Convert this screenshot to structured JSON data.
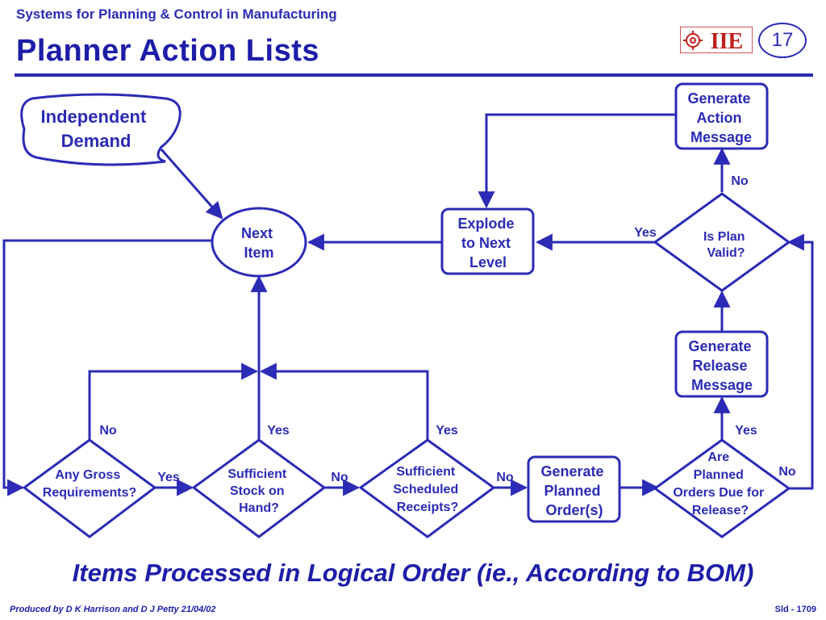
{
  "header": {
    "course": "Systems for Planning & Control in Manufacturing",
    "title": "Planner Action Lists",
    "slide_number": "17",
    "logo_text": "IIE"
  },
  "nodes": {
    "independent_demand": [
      "Independent",
      "Demand"
    ],
    "next_item": [
      "Next",
      "Item"
    ],
    "explode": [
      "Explode",
      "to Next",
      "Level"
    ],
    "generate_action": [
      "Generate",
      "Action",
      "Message"
    ],
    "is_plan_valid": [
      "Is Plan",
      "Valid?"
    ],
    "generate_release": [
      "Generate",
      "Release",
      "Message"
    ],
    "any_gross": [
      "Any Gross",
      "Requirements?"
    ],
    "sufficient_stock": [
      "Sufficient",
      "Stock on",
      "Hand?"
    ],
    "sufficient_scheduled": [
      "Sufficient",
      "Scheduled",
      "Receipts?"
    ],
    "generate_planned": [
      "Generate",
      "Planned",
      "Order(s)"
    ],
    "are_planned": [
      "Are",
      "Planned",
      "Orders Due for",
      "Release?"
    ]
  },
  "edge_labels": {
    "plan_valid_no": "No",
    "plan_valid_yes": "Yes",
    "gross_no": "No",
    "gross_yes": "Yes",
    "stock_yes": "Yes",
    "stock_no": "No",
    "scheduled_yes": "Yes",
    "scheduled_no": "No",
    "are_planned_yes": "Yes",
    "are_planned_no": "No"
  },
  "subtitle": "Items Processed in Logical Order (ie., According to BOM)",
  "footer": {
    "left": "Produced by D K Harrison and D J Petty 21/04/02",
    "right": "Sld - 1709"
  },
  "colors": {
    "ink": "#2b2bb5",
    "logo_red": "#c0201c"
  }
}
